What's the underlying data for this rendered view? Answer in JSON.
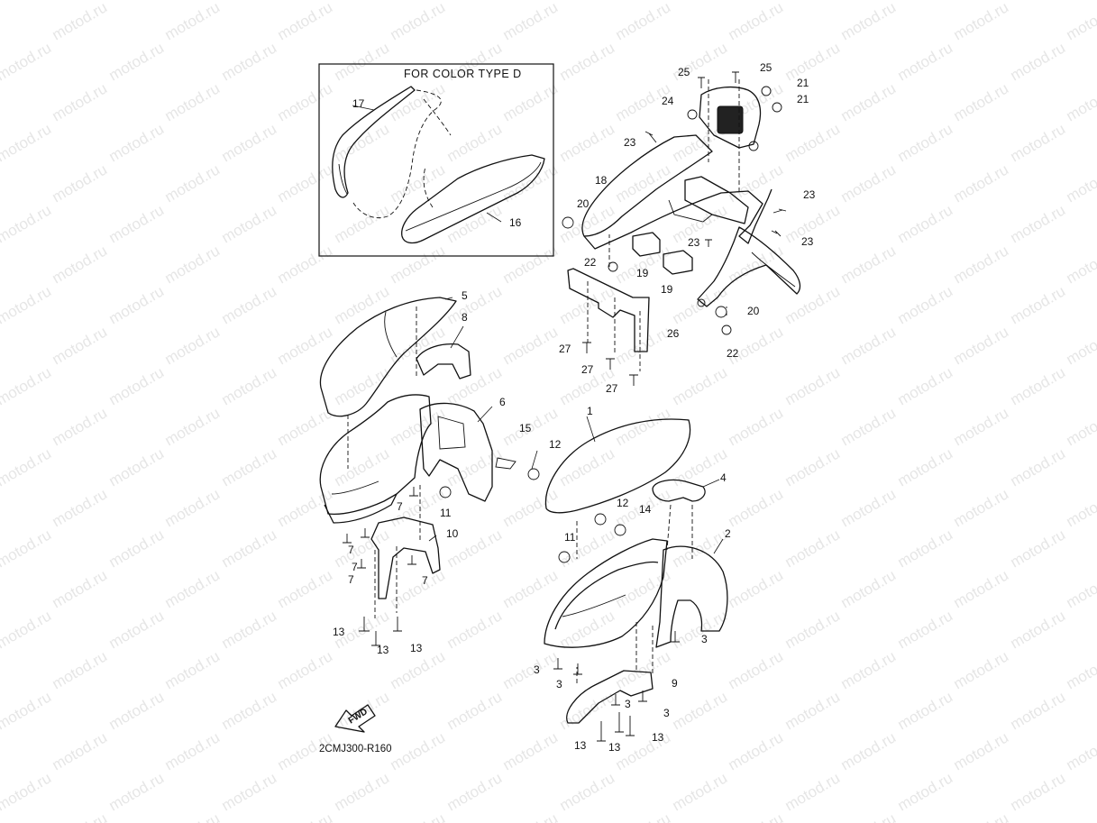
{
  "watermark": {
    "text": "motod.ru"
  },
  "inset": {
    "title": "FOR COLOR TYPE D"
  },
  "drawing_code": "2CMJ300-R160",
  "fwd_label": "FWD",
  "callouts": [
    "25",
    "25",
    "21",
    "21",
    "24",
    "23",
    "18",
    "20",
    "23",
    "23",
    "23",
    "22",
    "19",
    "19",
    "20",
    "22",
    "26",
    "27",
    "27",
    "27",
    "17",
    "16",
    "5",
    "8",
    "6",
    "15",
    "12",
    "11",
    "7",
    "7",
    "7",
    "7",
    "7",
    "10",
    "13",
    "13",
    "13",
    "1",
    "4",
    "12",
    "14",
    "11",
    "2",
    "3",
    "3",
    "3",
    "9",
    "3",
    "3",
    "13",
    "13",
    "13"
  ]
}
